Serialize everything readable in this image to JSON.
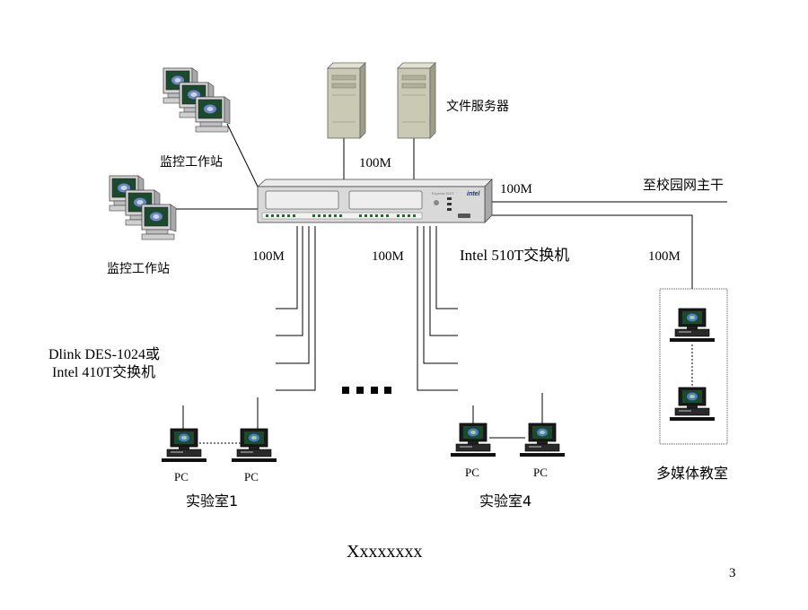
{
  "diagram": {
    "labels": {
      "file_server": "文件服务器",
      "monitor_top": "监控工作站",
      "monitor_bottom": "监控工作站",
      "link_server": "100M",
      "link_campus": "100M",
      "campus_backbone": "至校园网主干",
      "main_switch": "Intel 510T交换机",
      "link_left": "100M",
      "link_mid": "100M",
      "link_multimedia": "100M",
      "access_switch_line1": "Dlink DES-1024或",
      "access_switch_line2": "Intel 410T交换机",
      "pc1": "PC",
      "pc2": "PC",
      "pc3": "PC",
      "pc4": "PC",
      "lab1": "实验室1",
      "lab4": "实验室4",
      "multimedia_room": "多媒体教室",
      "switch_brand": "intel",
      "switch_model": "Express 510T"
    },
    "footer": {
      "title": "Xxxxxxxx",
      "page_number": "3"
    },
    "colors": {
      "server_body": "#c9c9b4",
      "server_shade": "#9e9e88",
      "switch_body": "#d9d9d9",
      "monitor_screen": "#1c4a2e",
      "line": "#000000"
    }
  }
}
